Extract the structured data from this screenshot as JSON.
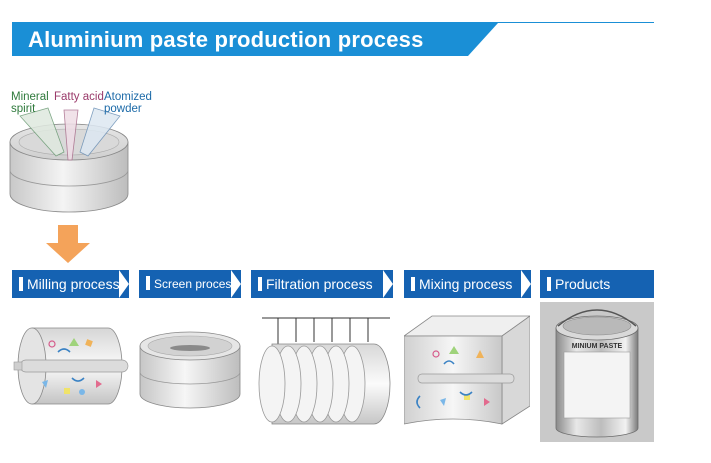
{
  "title": "Aluminium paste production process",
  "ingredients": [
    {
      "label_line1": "Mineral",
      "label_line2": "spirit",
      "color": "#2f7a3c"
    },
    {
      "label_line1": "Fatty acid",
      "label_line2": "",
      "color": "#9a3a6a"
    },
    {
      "label_line1": "Atomized",
      "label_line2": "powder",
      "color": "#1c6aa8"
    }
  ],
  "steps": [
    {
      "label": "Milling process"
    },
    {
      "label": "Screen process"
    },
    {
      "label": "Filtration process"
    },
    {
      "label": "Mixing process"
    },
    {
      "label": "Products"
    }
  ],
  "product": {
    "can_label": "MINIUM PASTE"
  },
  "colors": {
    "brand_blue": "#1562b2",
    "banner_blue": "#1a8fd6",
    "arrow_orange": "#f4a35a"
  }
}
